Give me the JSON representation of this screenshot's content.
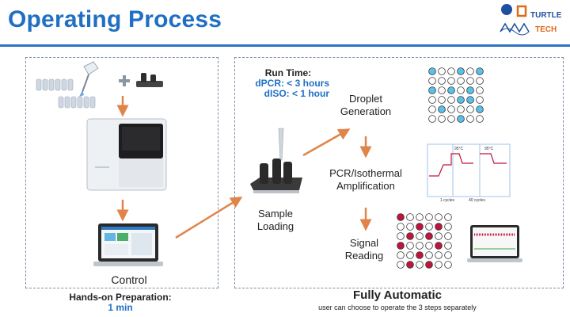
{
  "header": {
    "title": "Operating Process"
  },
  "logo": {
    "line1": "TURTLE",
    "line2": "TECH",
    "accent": "#e06a1c"
  },
  "left_panel": {
    "control_label": "Control",
    "prep_title": "Hands-on Preparation:",
    "prep_value": "1 min"
  },
  "right_panel": {
    "run_time_title": "Run Time:",
    "run_time_dpcr": "dPCR:  < 3 hours",
    "run_time_diso": "dISO:  < 1 hour",
    "sample_loading": [
      "Sample",
      "Loading"
    ],
    "droplet_generation": [
      "Droplet",
      "Generation"
    ],
    "amplification": [
      "PCR/Isothermal",
      "Amplification"
    ],
    "signal_reading": [
      "Signal",
      "Reading"
    ],
    "amp_chart_labels": {
      "t1": "95°C",
      "t2": "95°C",
      "cycles1": "1 cycles",
      "cycles2": "40 cycles"
    }
  },
  "footer": {
    "title": "Fully Automatic",
    "subtitle": "user can choose to operate the 3 steps separately"
  },
  "colors": {
    "title_blue": "#1f6fc4",
    "arrow_orange": "#e0844a",
    "droplet_blue": "#5bc0e8",
    "droplet_red": "#c0143c"
  }
}
